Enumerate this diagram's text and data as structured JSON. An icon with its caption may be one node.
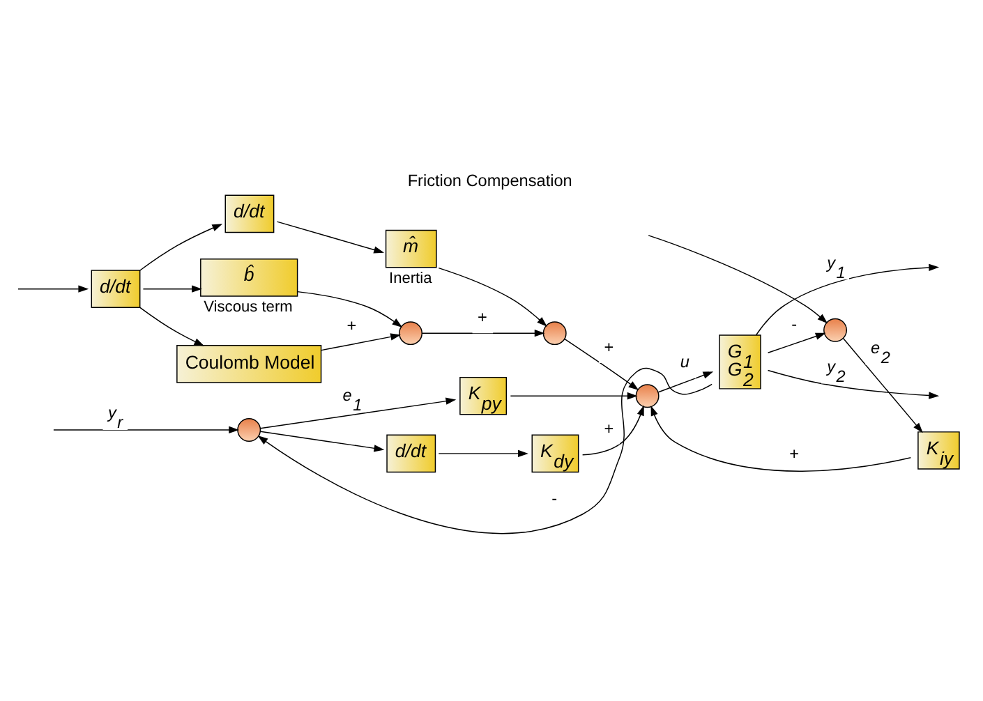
{
  "diagram": {
    "title": "Friction Compensation",
    "nodes": [
      {
        "text": [
          "d/dt"
        ]
      },
      {
        "text": [
          "Coulomb Model"
        ]
      },
      {
        "text": [
          "b̂"
        ],
        "beside": [
          "Viscous term"
        ]
      },
      {
        "text": [
          "d/dt"
        ]
      },
      {
        "text": [
          "m̂"
        ],
        "beside": [
          "Inertia"
        ]
      },
      {
        "text": [],
        "shape": "circle"
      },
      {
        "text": [],
        "shape": "circle"
      },
      {
        "text": [],
        "shape": "circle"
      },
      {
        "text": [],
        "shape": "circle"
      },
      {
        "text": [
          "K$_{py}$"
        ]
      },
      {
        "text": [
          "d/dt"
        ]
      },
      {
        "text": [
          "K$_{dy}$"
        ]
      },
      {
        "text": [
          "G$_{1}$",
          "G$_{2}$"
        ]
      },
      {
        "text": [
          "K$_{iy}$"
        ]
      },
      {
        "text": [],
        "shape": "circle"
      }
    ],
    "edges": [
      {
        "from": null,
        "to": 8,
        "arrow": "to",
        "label": "y$_{r}$"
      },
      {
        "from": null,
        "to": 0,
        "arrow": "to"
      },
      {
        "from": null,
        "to": 14,
        "arrow": "to"
      },
      {
        "from": 0,
        "to": 1,
        "arrow": "to"
      },
      {
        "from": 0,
        "to": 2,
        "arrow": "to"
      },
      {
        "from": 0,
        "to": 3,
        "arrow": "to"
      },
      {
        "from": 3,
        "to": 4,
        "arrow": "to"
      },
      {
        "from": 1,
        "to": 5,
        "arrow": "to",
        "label": "+"
      },
      {
        "from": 2,
        "to": 5,
        "arrow": "to"
      },
      {
        "from": 5,
        "to": 6,
        "arrow": "to",
        "label": "+"
      },
      {
        "from": 4,
        "to": 6,
        "arrow": "to"
      },
      {
        "from": 6,
        "to": 7,
        "arrow": "to",
        "label": "+"
      },
      {
        "from": 8,
        "to": 9,
        "arrow": "to",
        "label": "e$_{1}$"
      },
      {
        "from": 8,
        "to": 10,
        "arrow": "to"
      },
      {
        "from": 10,
        "to": 11,
        "arrow": "to"
      },
      {
        "from": 9,
        "to": 7,
        "arrow": "to"
      },
      {
        "from": 11,
        "to": 7,
        "arrow": "to",
        "label": "+"
      },
      {
        "from": 13,
        "to": 7,
        "arrow": "to",
        "label": "+"
      },
      {
        "from": 7,
        "to": 12,
        "arrow": "to",
        "label": "u"
      },
      {
        "from": 12,
        "to": null,
        "arrow": "to",
        "label": "y$_{1}$"
      },
      {
        "from": 12,
        "to": null,
        "arrow": "to",
        "label": "y$_{2}$"
      },
      {
        "from": 12,
        "to": 8,
        "arrow": "to",
        "label": "-"
      },
      {
        "from": 12,
        "to": 14,
        "arrow": "to",
        "label": "-"
      },
      {
        "from": 14,
        "to": 13,
        "arrow": "to",
        "label": "e$_{2}$"
      }
    ]
  }
}
